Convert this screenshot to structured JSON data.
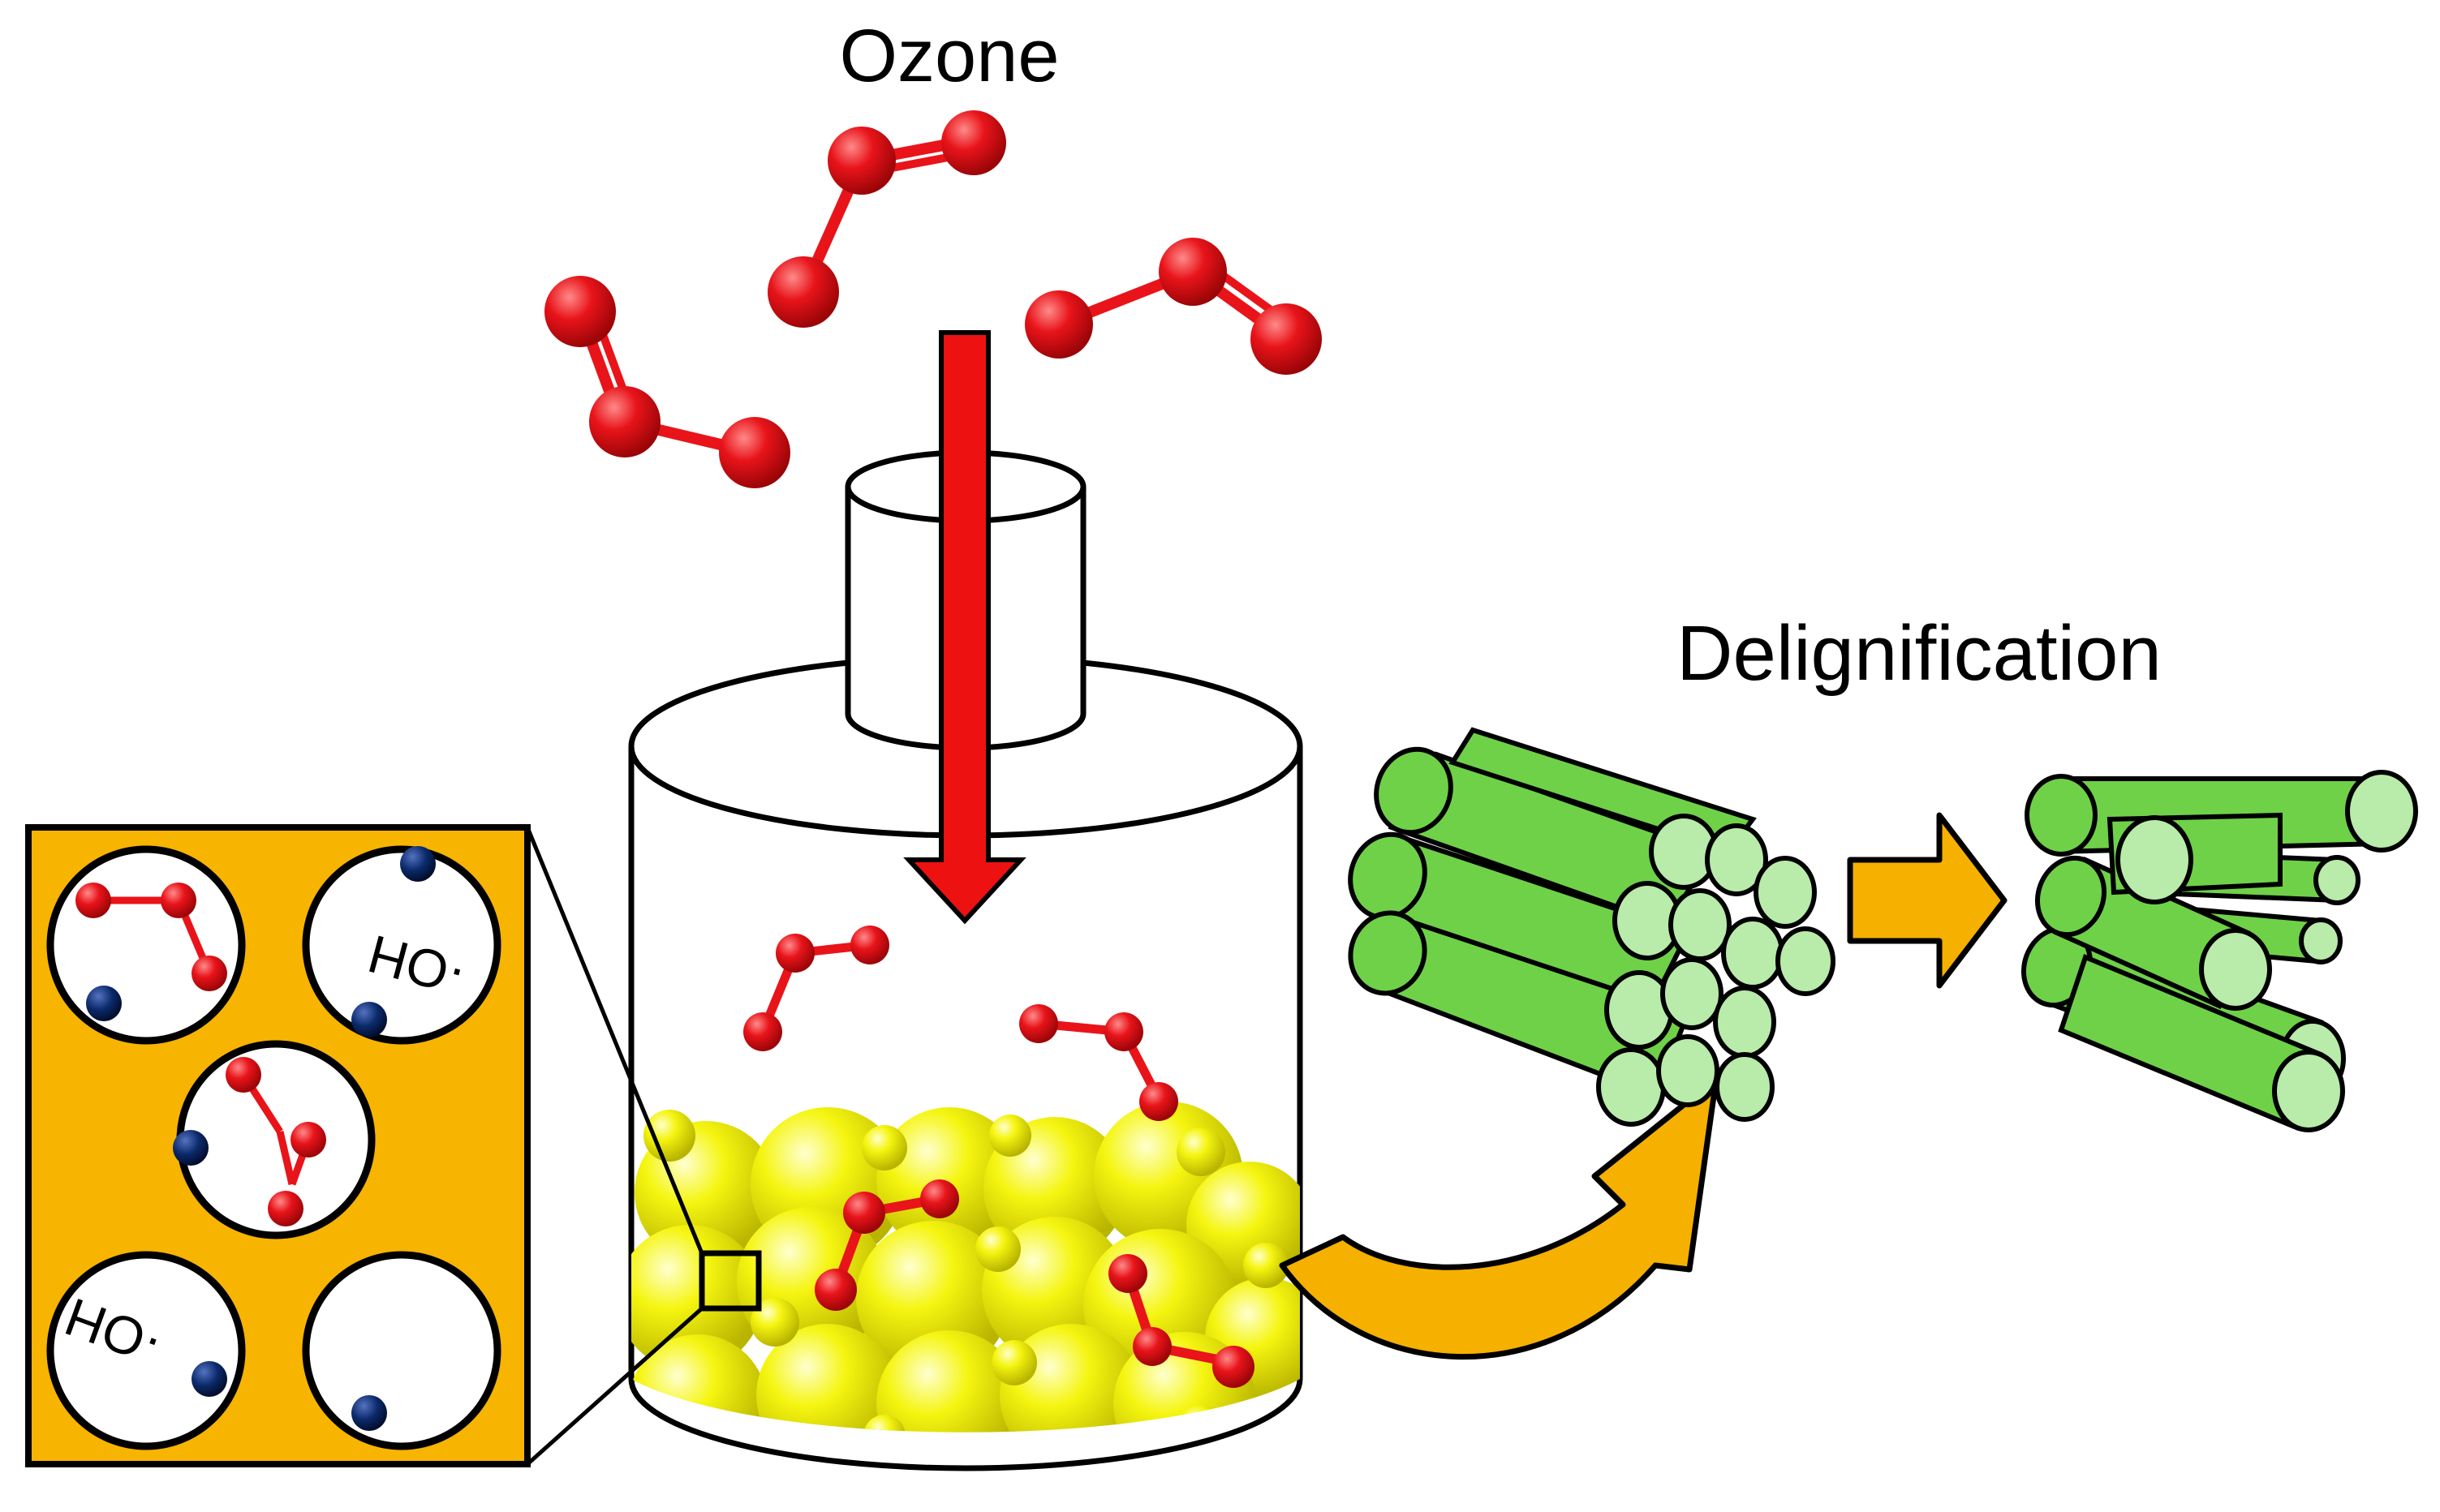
{
  "labels": {
    "ozone": "Ozone",
    "delignification": "Delignification",
    "hydroxyl_1": "·OH",
    "hydroxyl_2": "·OH"
  },
  "colors": {
    "oxygen_atom": "#e8141a",
    "ozone_arrow": "#ee1111",
    "catalyst_particle": "#f2f20a",
    "inset_background": "#f7b400",
    "flow_arrow": "#f5b000",
    "hydrogen_atom": "#0b2a6b",
    "cellulose_fiber": "#6fd148",
    "fiber_end": "#b9ebaa"
  },
  "icons": {
    "ozone_molecule": "ozone-molecule-icon",
    "catalyst": "catalyst-bed-icon",
    "fiber_bundle": "fiber-bundle-icon"
  }
}
